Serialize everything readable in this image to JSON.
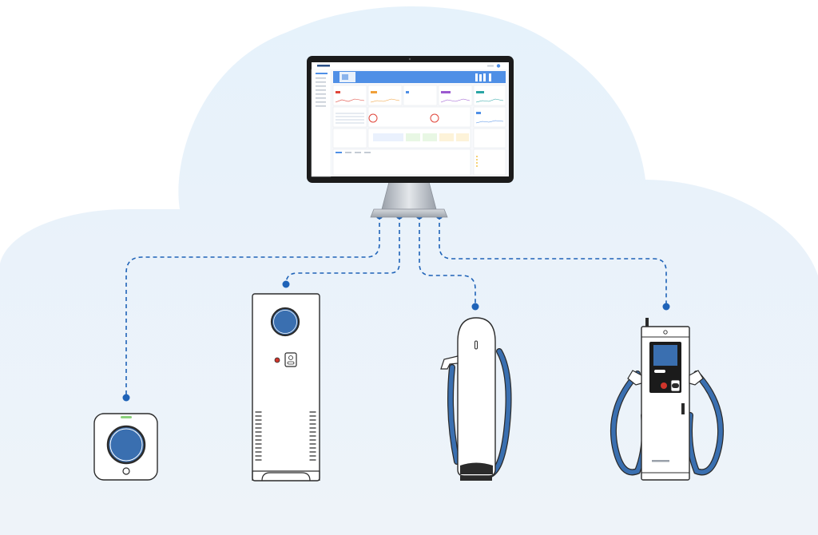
{
  "colors": {
    "cloud_top": "#eaf4fb",
    "cloud_bottom": "#f1f5fa",
    "connector": "#1f63b8",
    "device_blue": "#3a6fb0",
    "device_outline": "#2b2b2b",
    "device_body": "#ffffff",
    "monitor_bezel": "#1b1b1b",
    "dashboard_banner": "#4f8fe6",
    "stand_metal": "#b8bdc4",
    "indicator_red": "#d0352b",
    "indicator_green": "#8bd17c"
  },
  "monitor": {
    "brand": "",
    "screen": "monitoring-dashboard"
  },
  "devices": [
    {
      "id": "wall-charger",
      "icon": "wall-box-charger"
    },
    {
      "id": "cabinet-charger",
      "icon": "cabinet-charger"
    },
    {
      "id": "pillar-charger",
      "icon": "pedestal-charger"
    },
    {
      "id": "dc-fast-charger",
      "icon": "dual-gun-dc-charger"
    }
  ]
}
